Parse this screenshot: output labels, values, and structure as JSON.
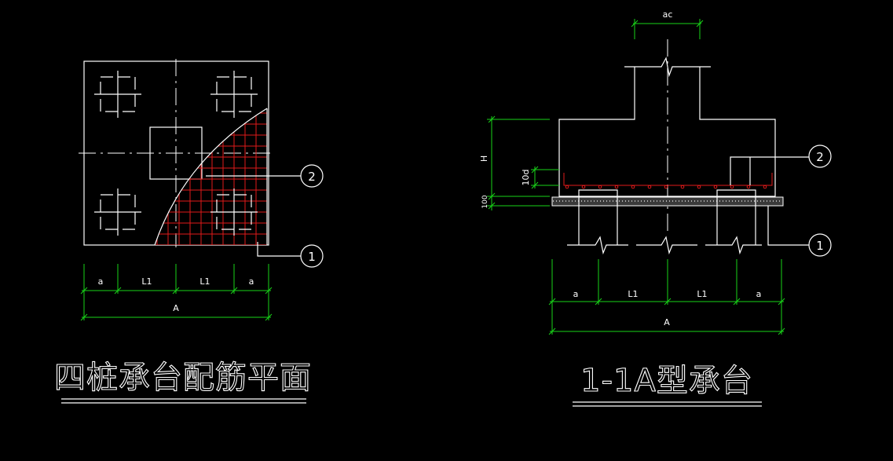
{
  "left_view": {
    "title": "四桩承台配筋平面",
    "dim_labels": [
      "a",
      "L1",
      "L1",
      "a"
    ],
    "dim_total": "A",
    "callouts": [
      "2",
      "1"
    ]
  },
  "right_view": {
    "title": "1-1A型承台",
    "column_dim": "ac",
    "height_label": "H",
    "cover_label": "10d",
    "pad_label": "100",
    "dim_labels": [
      "a",
      "L1",
      "L1",
      "a"
    ],
    "dim_total": "A",
    "callouts": [
      "2",
      "1"
    ]
  },
  "colors": {
    "background": "#000000",
    "lines": "#ffffff",
    "dimensions": "#19d319",
    "rebar": "#e01a1a"
  }
}
